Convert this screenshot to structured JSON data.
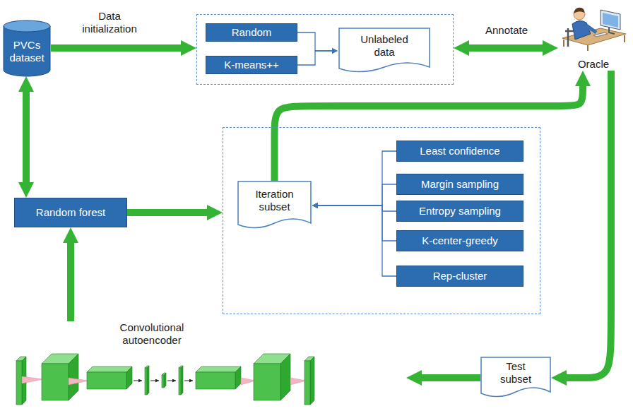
{
  "diagram": {
    "nodes": [
      {
        "text": [
          "PVCs dataset"
        ]
      },
      {
        "text": []
      },
      {
        "text": [
          "Random"
        ],
        "in": 1
      },
      {
        "text": [
          "K-means++"
        ],
        "in": 1
      },
      {
        "text": [
          "Unlabeled data"
        ],
        "in": 1
      },
      {
        "text": [
          "Oracle"
        ]
      },
      {
        "text": [
          "Random forest"
        ]
      },
      {
        "text": []
      },
      {
        "text": [
          "Iteration subset"
        ],
        "in": 7
      },
      {
        "text": [
          "Least confidence"
        ],
        "in": 7
      },
      {
        "text": [
          "Margin sampling"
        ],
        "in": 7
      },
      {
        "text": [
          "Entropy sampling"
        ],
        "in": 7
      },
      {
        "text": [
          "K-center-greedy"
        ],
        "in": 7
      },
      {
        "text": [
          "Rep-cluster"
        ],
        "in": 7
      },
      {
        "text": [
          "Test subset"
        ]
      },
      {
        "text": [
          "Convolutional autoencoder"
        ]
      }
    ],
    "edges": [
      {
        "from": 0,
        "to": 1,
        "arrow": "to",
        "label": "Data initialization"
      },
      {
        "from": 1,
        "to": 5,
        "arrow": "both",
        "label": "Annotate"
      },
      {
        "from": 2,
        "to": 4,
        "arrow": "to"
      },
      {
        "from": 3,
        "to": 4,
        "arrow": "to"
      },
      {
        "from": 0,
        "to": 6,
        "arrow": "both"
      },
      {
        "from": 6,
        "to": 7,
        "arrow": "to"
      },
      {
        "from": 9,
        "to": 8,
        "arrow": "to"
      },
      {
        "from": 10,
        "to": 8,
        "arrow": "to"
      },
      {
        "from": 11,
        "to": 8,
        "arrow": "to"
      },
      {
        "from": 12,
        "to": 8,
        "arrow": "to"
      },
      {
        "from": 13,
        "to": 8,
        "arrow": "to"
      },
      {
        "from": 8,
        "to": 5,
        "arrow": "to"
      },
      {
        "from": 5,
        "to": 14,
        "arrow": "to"
      },
      {
        "from": 14,
        "to": 15,
        "arrow": "to"
      },
      {
        "from": 15,
        "to": 6,
        "arrow": "to"
      }
    ]
  }
}
